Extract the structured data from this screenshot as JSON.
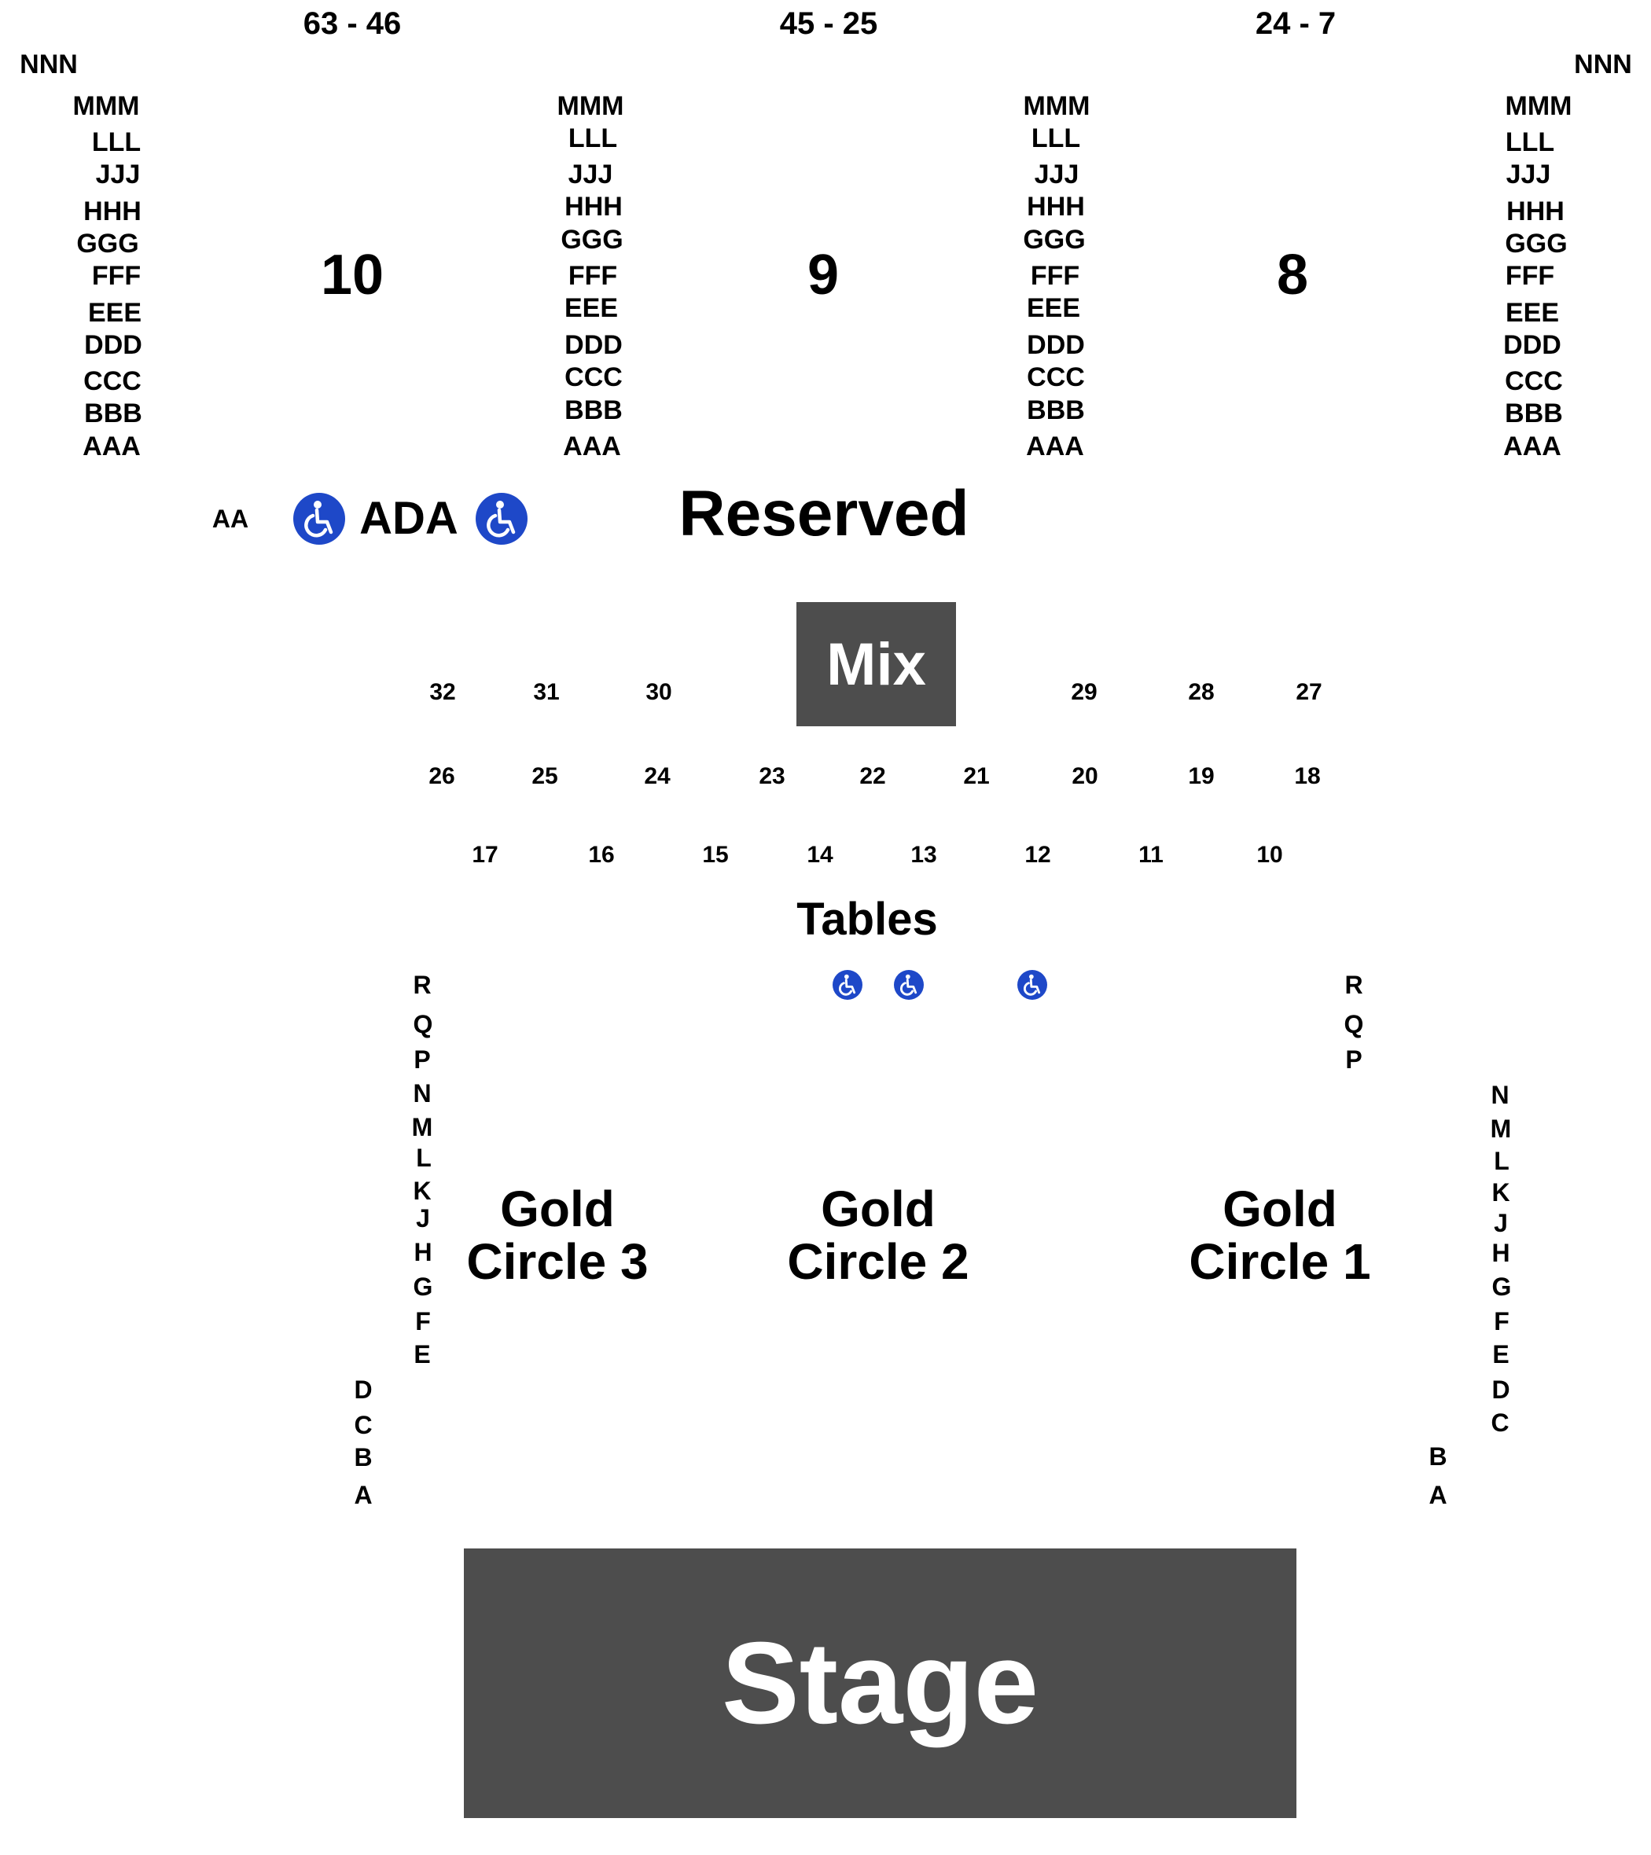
{
  "colors": {
    "block_fill": "#4d4d4d",
    "block_text": "#ffffff",
    "accessible_blue": "#1e48c8"
  },
  "icons": {
    "accessible": "wheelchair-icon"
  },
  "seat_ranges": [
    "63 - 46",
    "45 - 25",
    "24 - 7"
  ],
  "row_labels": {
    "left_outer": [
      "NNN",
      "MMM",
      "LLL",
      "JJJ",
      "HHH",
      "GGG",
      "FFF",
      "EEE",
      "DDD",
      "CCC",
      "BBB",
      "AAA"
    ],
    "left_aisle": [
      "MMM",
      "LLL",
      "JJJ",
      "HHH",
      "GGG",
      "FFF",
      "EEE",
      "DDD",
      "CCC",
      "BBB",
      "AAA"
    ],
    "right_aisle": [
      "MMM",
      "LLL",
      "JJJ",
      "HHH",
      "GGG",
      "FFF",
      "EEE",
      "DDD",
      "CCC",
      "BBB",
      "AAA"
    ],
    "right_outer": [
      "NNN",
      "MMM",
      "LLL",
      "JJJ",
      "HHH",
      "GGG",
      "FFF",
      "EEE",
      "DDD",
      "CCC",
      "BBB",
      "AAA"
    ]
  },
  "sections": {
    "left": "10",
    "center": "9",
    "right": "8"
  },
  "ada_row": "AA",
  "ada_label": "ADA",
  "reserved_label": "Reserved",
  "mix_label": "Mix",
  "tables_label": "Tables",
  "table_numbers": {
    "row1": [
      "32",
      "31",
      "30",
      "29",
      "28",
      "27"
    ],
    "row2": [
      "26",
      "25",
      "24",
      "23",
      "22",
      "21",
      "20",
      "19",
      "18"
    ],
    "row3": [
      "17",
      "16",
      "15",
      "14",
      "13",
      "12",
      "11",
      "10"
    ]
  },
  "gold_circles": [
    {
      "line1": "Gold",
      "line2": "Circle 3"
    },
    {
      "line1": "Gold",
      "line2": "Circle 2"
    },
    {
      "line1": "Gold",
      "line2": "Circle 1"
    }
  ],
  "gold_rows": {
    "left": [
      "R",
      "Q",
      "P",
      "N",
      "M",
      "L",
      "K",
      "J",
      "H",
      "G",
      "F",
      "E"
    ],
    "left_front": [
      "D",
      "C",
      "B",
      "A"
    ],
    "right": [
      "R",
      "Q",
      "P"
    ],
    "right_far": [
      "N",
      "M",
      "L",
      "K",
      "J",
      "H",
      "G",
      "F",
      "E",
      "D",
      "C"
    ],
    "right_front": [
      "B",
      "A"
    ]
  },
  "stage_label": "Stage"
}
